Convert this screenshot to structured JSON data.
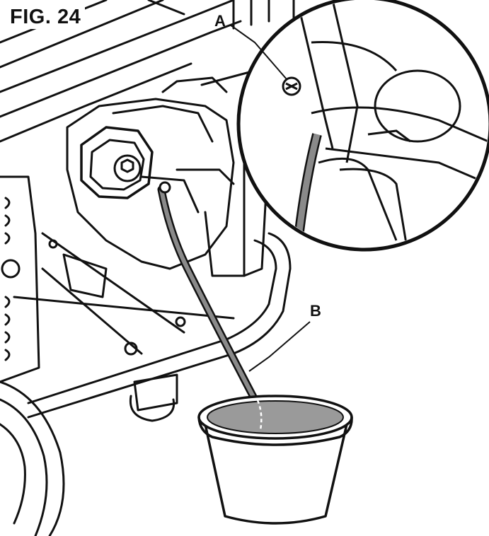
{
  "figure": {
    "title": "FIG. 24"
  },
  "callouts": {
    "a": "A",
    "b": "B"
  },
  "colors": {
    "line": "#111111",
    "hose": "#8a8a8a",
    "fuel": "#9a9a9a",
    "background": "#ffffff"
  }
}
